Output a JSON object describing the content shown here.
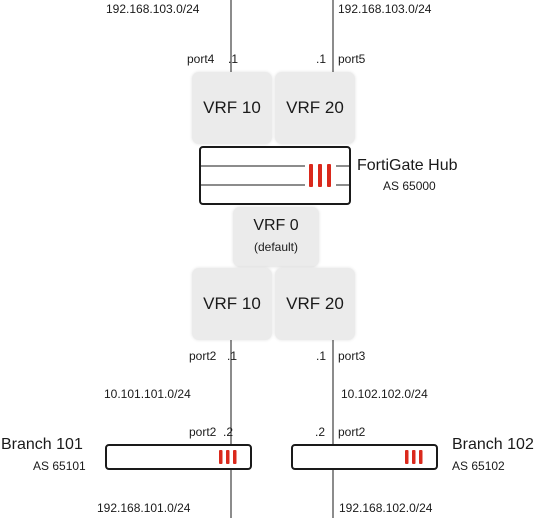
{
  "hub": {
    "name": "FortiGate Hub",
    "as": "AS 65000",
    "vrf_top_left": "VRF 10",
    "vrf_top_right": "VRF 20",
    "vrf_default": "VRF 0",
    "vrf_default_sub": "(default)",
    "vrf_bottom_left": "VRF 10",
    "vrf_bottom_right": "VRF 20"
  },
  "top_links": {
    "left_subnet": "192.168.103.0/24",
    "right_subnet": "192.168.103.0/24",
    "left_port": "port4",
    "left_ip": ".1",
    "right_ip": ".1",
    "right_port": "port5"
  },
  "lower_links": {
    "left_port": "port2",
    "left_ip": ".1",
    "right_ip": ".1",
    "right_port": "port3",
    "left_subnet": "10.101.101.0/24",
    "right_subnet": "10.102.102.0/24"
  },
  "branch_101": {
    "name": "Branch 101",
    "as": "AS 65101",
    "port": "port2",
    "ip": ".2",
    "lan_subnet": "192.168.101.0/24"
  },
  "branch_102": {
    "name": "Branch 102",
    "as": "AS 65102",
    "port": "port2",
    "ip": ".2",
    "lan_subnet": "192.168.102.0/24"
  },
  "colors": {
    "fortinet_red": "#da291c",
    "line": "#1a1a1a",
    "vrf_box": "#ebebeb"
  }
}
